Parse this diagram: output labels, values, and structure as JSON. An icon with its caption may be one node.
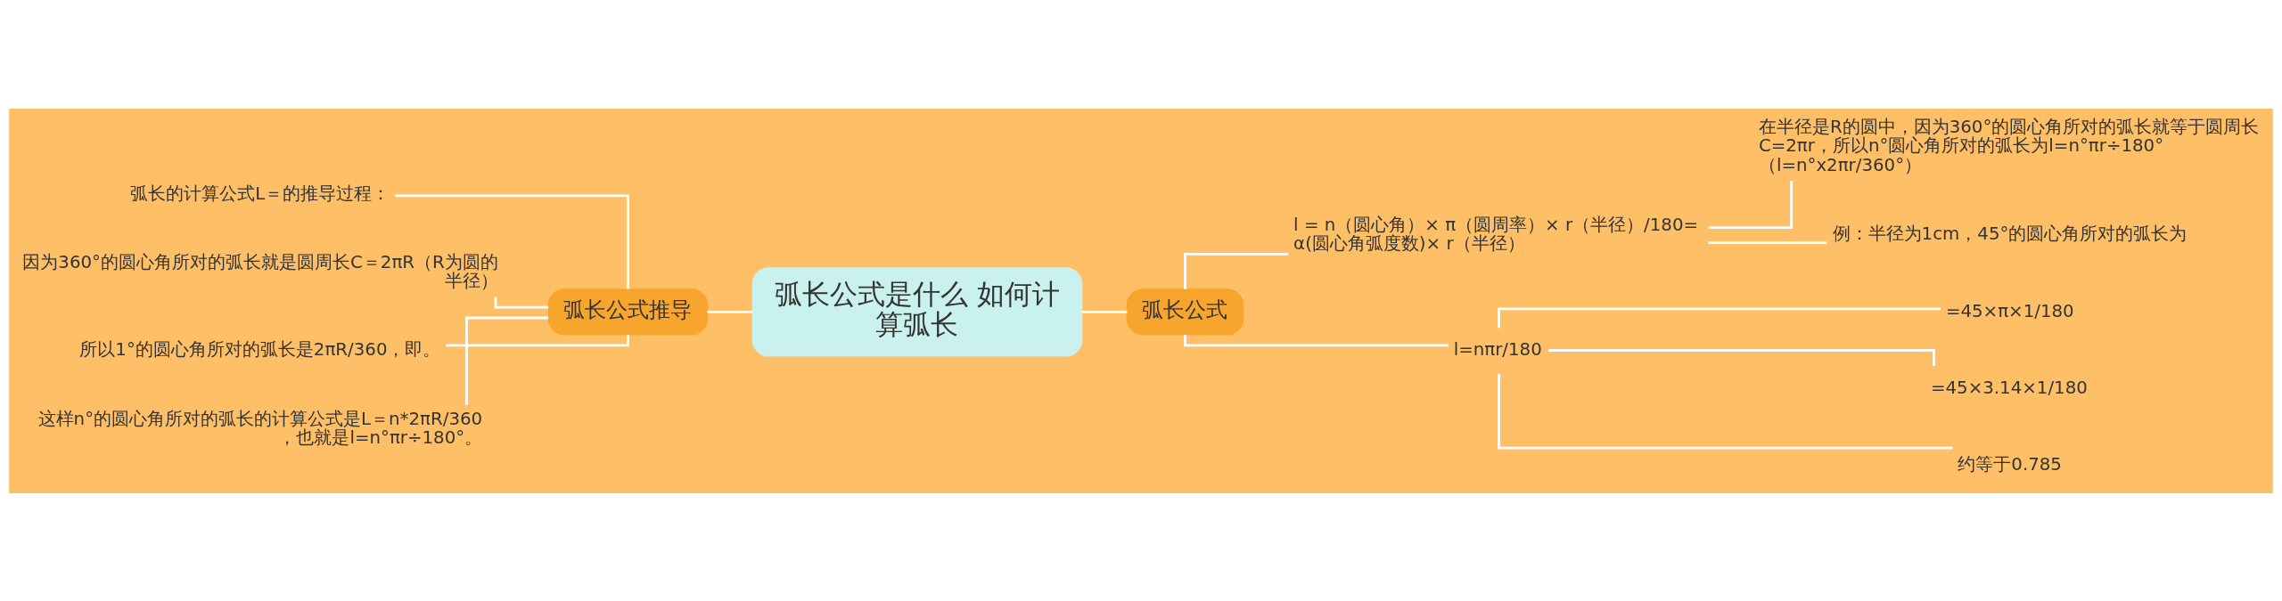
{
  "diagram": {
    "nodes": [
      {
        "text": [
          "弧长公式是什么 如何计算弧长"
        ]
      },
      {
        "text": [
          "弧长公式推导"
        ]
      },
      {
        "text": [
          "弧长的计算公式L＝的推导过程："
        ]
      },
      {
        "text": [
          "因为360°的圆心角所对的弧长就是圆周长C＝2πR（R为圆的半径）"
        ]
      },
      {
        "text": [
          "所以1°的圆心角所对的弧长是2πR/360，即。"
        ]
      },
      {
        "text": [
          "这样n°的圆心角所对的弧长的计算公式是L＝n*2πR/360，也就是l=n°πr÷180°。"
        ]
      },
      {
        "text": [
          "弧长公式"
        ]
      },
      {
        "text": [
          "l = n（圆心角）× π（圆周率）× r（半径）/180=α(圆心角弧度数)× r（半径）"
        ]
      },
      {
        "text": [
          "在半径是R的圆中，因为360°的圆心角所对的弧长就等于圆周长C=2πr，所以n°圆心角所对的弧长为l=n°πr÷180°（l=n°x2πr/360°）"
        ]
      },
      {
        "text": [
          "例：半径为1cm，45°的圆心角所对的弧长为"
        ]
      },
      {
        "text": [
          "l=nπr/180"
        ]
      },
      {
        "text": [
          "=45×π×1/180"
        ]
      },
      {
        "text": [
          "=45×3.14×1/180"
        ]
      },
      {
        "text": [
          "约等于0.785"
        ]
      }
    ],
    "edges": [
      {
        "from": 0,
        "to": 1,
        "arrow": "none"
      },
      {
        "from": 1,
        "to": 2,
        "arrow": "none"
      },
      {
        "from": 1,
        "to": 3,
        "arrow": "none"
      },
      {
        "from": 1,
        "to": 4,
        "arrow": "none"
      },
      {
        "from": 1,
        "to": 5,
        "arrow": "none"
      },
      {
        "from": 0,
        "to": 6,
        "arrow": "none"
      },
      {
        "from": 6,
        "to": 7,
        "arrow": "none"
      },
      {
        "from": 7,
        "to": 8,
        "arrow": "none"
      },
      {
        "from": 7,
        "to": 9,
        "arrow": "none"
      },
      {
        "from": 6,
        "to": 10,
        "arrow": "none"
      },
      {
        "from": 10,
        "to": 11,
        "arrow": "none"
      },
      {
        "from": 10,
        "to": 12,
        "arrow": "none"
      },
      {
        "from": 10,
        "to": 13,
        "arrow": "none"
      }
    ]
  }
}
